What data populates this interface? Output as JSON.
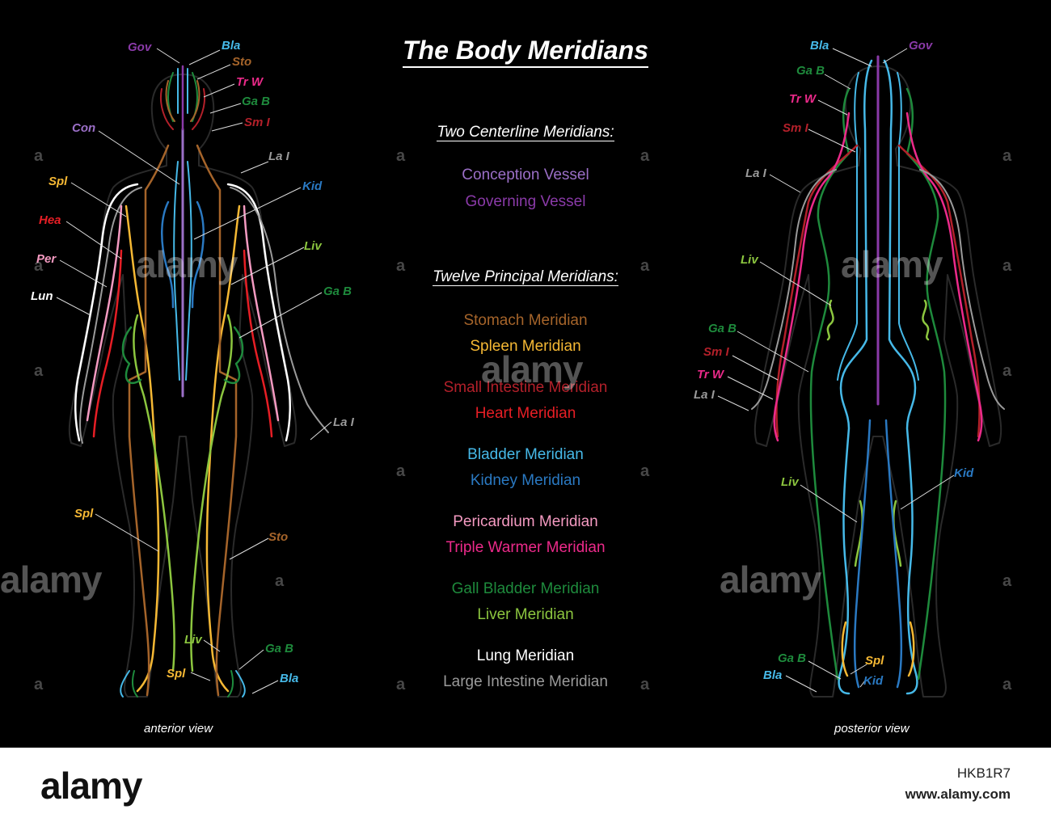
{
  "title": "The Body Meridians",
  "sections": {
    "centerline_heading": "Two Centerline Meridians:",
    "principal_heading": "Twelve Principal Meridians:"
  },
  "centerline": [
    {
      "label": "Conception Vessel",
      "color": "#9b6fc7"
    },
    {
      "label": "Governing Vessel",
      "color": "#8a3aa8"
    }
  ],
  "principal": [
    {
      "label": "Stomach Meridian",
      "color": "#a5642a"
    },
    {
      "label": "Spleen Meridian",
      "color": "#f5b834"
    },
    {
      "label": "Small Intestine Meridian",
      "color": "#b3202a"
    },
    {
      "label": "Heart Meridian",
      "color": "#e61e25"
    },
    {
      "label": "Bladder Meridian",
      "color": "#46b9e8"
    },
    {
      "label": "Kidney Meridian",
      "color": "#2a79c2"
    },
    {
      "label": "Pericardium Meridian",
      "color": "#f49ac1"
    },
    {
      "label": "Triple Warmer Meridian",
      "color": "#ec2a8a"
    },
    {
      "label": "Gall Bladder Meridian",
      "color": "#1e8a3c"
    },
    {
      "label": "Liver Meridian",
      "color": "#8cc63f"
    },
    {
      "label": "Lung Meridian",
      "color": "#ffffff"
    },
    {
      "label": "Large Intestine Meridian",
      "color": "#9a9a9a"
    }
  ],
  "views": {
    "anterior": "anterior view",
    "posterior": "posterior view"
  },
  "anterior_labels": {
    "gov": "Gov",
    "bla_top": "Bla",
    "sto_top": "Sto",
    "trw": "Tr W",
    "gab_top": "Ga B",
    "smi": "Sm I",
    "con": "Con",
    "lai_top": "La I",
    "spl_top": "Spl",
    "kid": "Kid",
    "hea": "Hea",
    "liv_top": "Liv",
    "per": "Per",
    "gab_mid": "Ga B",
    "lun": "Lun",
    "lai_hand": "La I",
    "spl_leg": "Spl",
    "sto_leg": "Sto",
    "liv_foot": "Liv",
    "gab_foot": "Ga B",
    "spl_foot": "Spl",
    "bla_foot": "Bla"
  },
  "posterior_labels": {
    "bla": "Bla",
    "gov": "Gov",
    "gab_top": "Ga B",
    "trw_top": "Tr W",
    "smi_top": "Sm I",
    "lai_top": "La I",
    "liv_top": "Liv",
    "gab_arm": "Ga B",
    "smi_arm": "Sm I",
    "trw_arm": "Tr W",
    "lai_arm": "La I",
    "liv_leg": "Liv",
    "kid_leg": "Kid",
    "gab_foot": "Ga B",
    "spl_foot": "Spl",
    "bla_foot": "Bla",
    "kid_foot": "Kid"
  },
  "watermark": {
    "brand": "alamy",
    "mark": "a"
  },
  "footer": {
    "logo": "alamy",
    "image_id": "HKB1R7",
    "site": "www.alamy.com"
  }
}
